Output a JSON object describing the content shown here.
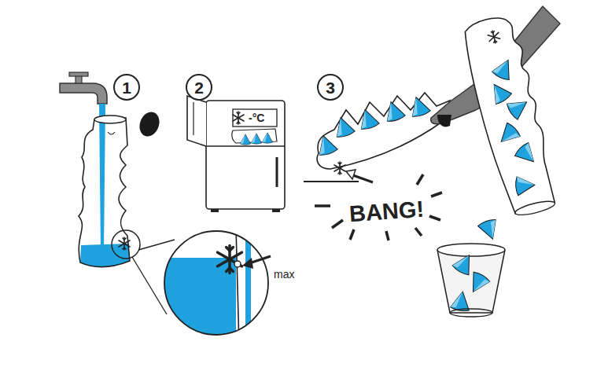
{
  "diagram": {
    "nodes": [
      {
        "text": [
          "1"
        ]
      },
      {
        "text": [
          "2"
        ]
      },
      {
        "text": [
          "3"
        ]
      }
    ],
    "labels": [
      "-°C",
      "max",
      "BANG!"
    ]
  }
}
